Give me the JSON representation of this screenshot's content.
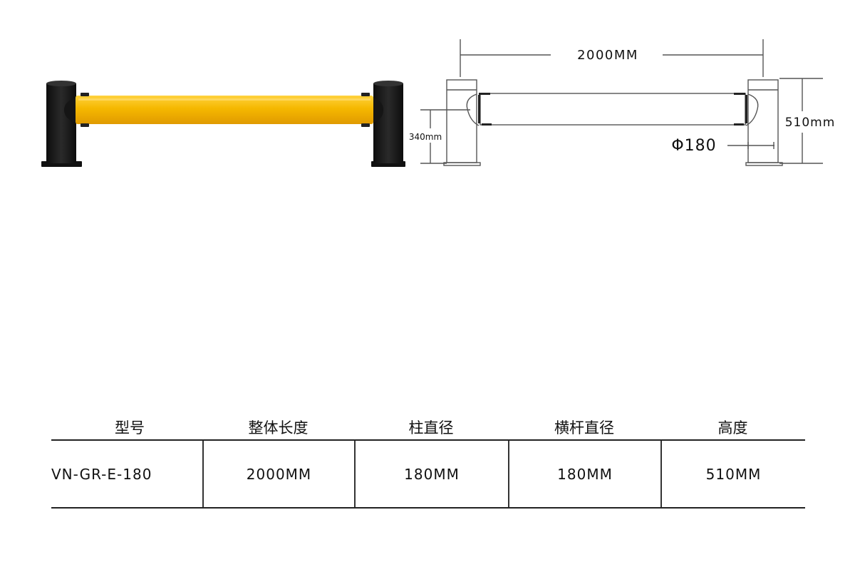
{
  "drawing": {
    "length_label": "2000MM",
    "height_label": "510mm",
    "rail_height_label": "340mm",
    "rail_diameter_label": "Φ180"
  },
  "spec_table": {
    "headers": [
      "型号",
      "整体长度",
      "柱直径",
      "横杆直径",
      "高度"
    ],
    "row": [
      "VN-GR-E-180",
      "2000MM",
      "180MM",
      "180MM",
      "510MM"
    ]
  },
  "colors": {
    "rail_yellow": "#f5b800",
    "post_black": "#1a1a1a",
    "line_gray": "#555555"
  }
}
